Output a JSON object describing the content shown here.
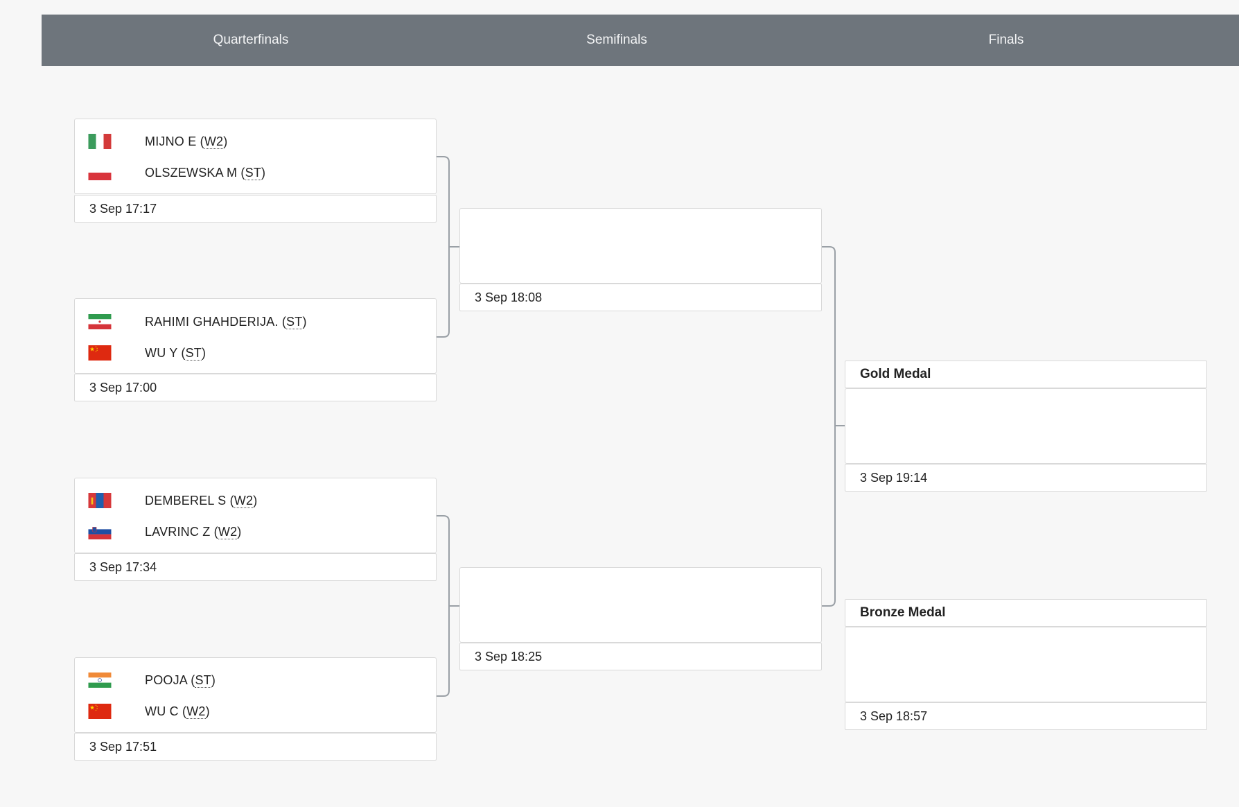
{
  "header": {
    "columns": [
      "Quarterfinals",
      "Semifinals",
      "Finals"
    ]
  },
  "quarterfinals": [
    {
      "players": [
        {
          "name": "MIJNO E",
          "class": "W2",
          "flag": "italy-flag"
        },
        {
          "name": "OLSZEWSKA M",
          "class": "ST",
          "flag": "poland-flag"
        }
      ],
      "date": "3 Sep 17:17"
    },
    {
      "players": [
        {
          "name": "RAHIMI GHAHDERIJA.",
          "class": "ST",
          "flag": "iran-flag"
        },
        {
          "name": "WU Y",
          "class": "ST",
          "flag": "china-flag"
        }
      ],
      "date": "3 Sep 17:00"
    },
    {
      "players": [
        {
          "name": "DEMBEREL S",
          "class": "W2",
          "flag": "mongolia-flag"
        },
        {
          "name": "LAVRINC Z",
          "class": "W2",
          "flag": "slovenia-flag"
        }
      ],
      "date": "3 Sep 17:34"
    },
    {
      "players": [
        {
          "name": "POOJA",
          "class": "ST",
          "flag": "india-flag"
        },
        {
          "name": "WU C",
          "class": "W2",
          "flag": "china-flag"
        }
      ],
      "date": "3 Sep 17:51"
    }
  ],
  "semifinals": [
    {
      "date": "3 Sep 18:08"
    },
    {
      "date": "3 Sep 18:25"
    }
  ],
  "finals": [
    {
      "label": "Gold Medal",
      "date": "3 Sep 19:14"
    },
    {
      "label": "Bronze Medal",
      "date": "3 Sep 18:57"
    }
  ]
}
